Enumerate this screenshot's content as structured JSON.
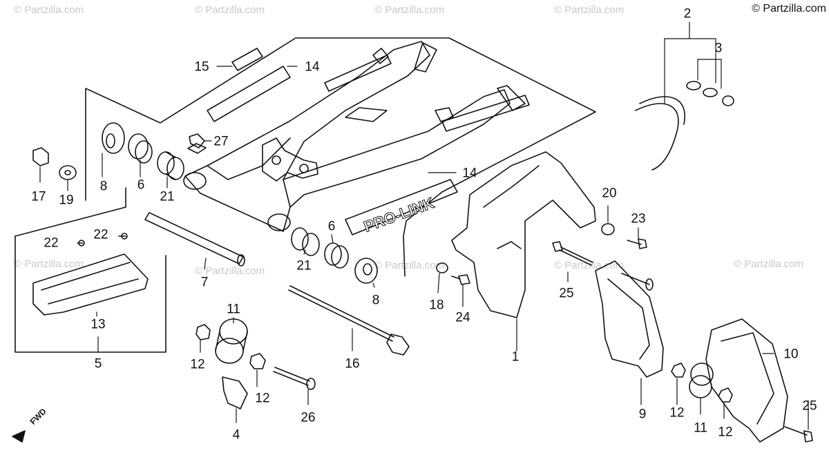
{
  "copyright": "© Partzilla.com",
  "watermark_text": "© Partzilla.com",
  "decal_text": "PRO-LINK",
  "fwd_label": "FWD",
  "callouts": {
    "c2": "2",
    "c3": "3",
    "c15": "15",
    "c14a": "14",
    "c14b": "14",
    "c27": "27",
    "c17": "17",
    "c19": "19",
    "c8a": "8",
    "c6a": "6",
    "c21a": "21",
    "c22a": "22",
    "c22b": "22",
    "c13": "13",
    "c5": "5",
    "c7": "7",
    "c6b": "6",
    "c21b": "21",
    "c8b": "8",
    "c11a": "11",
    "c12a": "12",
    "c12b": "12",
    "c4": "4",
    "c26": "26",
    "c16": "16",
    "c20": "20",
    "c23": "23",
    "c25a": "25",
    "c18": "18",
    "c24": "24",
    "c1": "1",
    "c9": "9",
    "c10": "10",
    "c12c": "12",
    "c11b": "11",
    "c12d": "12",
    "c25b": "25"
  },
  "colors": {
    "ink": "#111111",
    "watermark": "#c8c8c8",
    "paper": "#ffffff"
  }
}
